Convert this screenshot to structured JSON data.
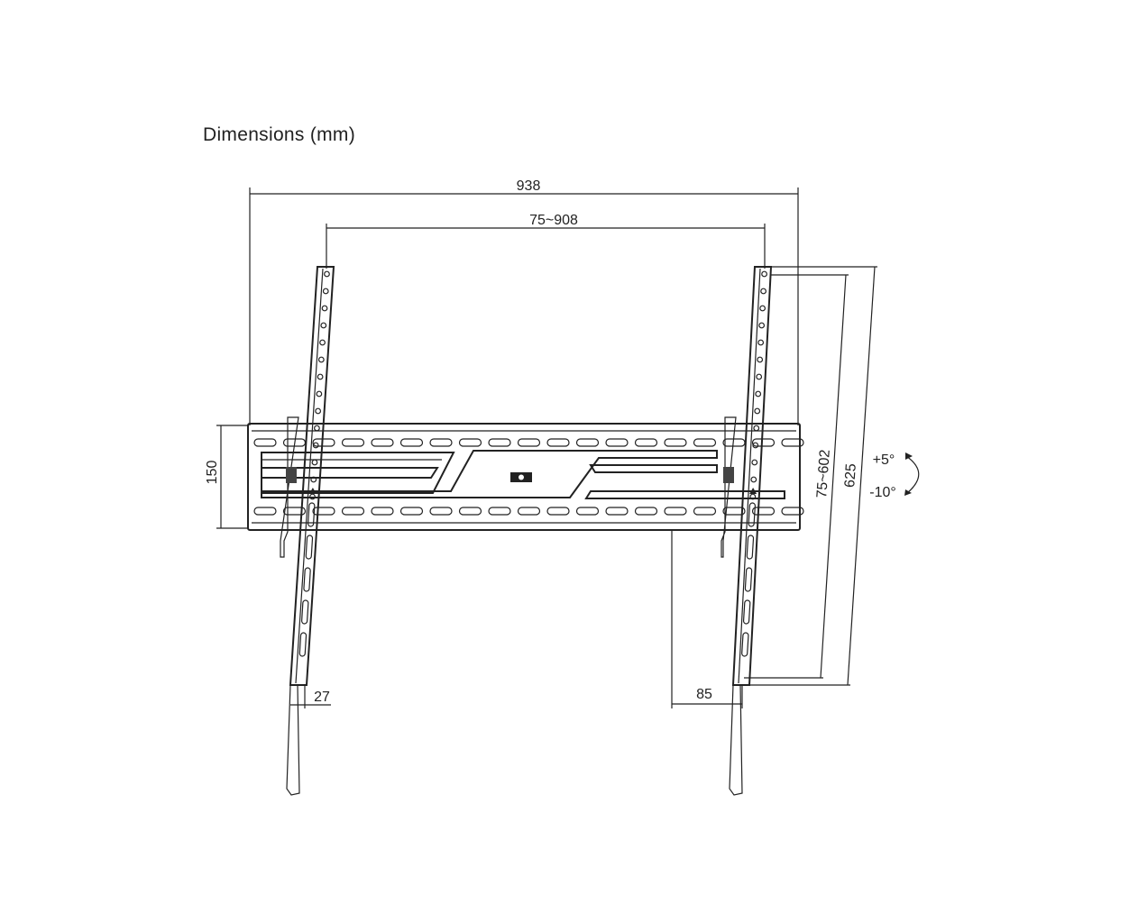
{
  "title": "Dimensions (mm)",
  "dimensions": {
    "overall_width": "938",
    "vesa_horizontal": "75~908",
    "plate_height": "150",
    "arm_depth": "27",
    "rail_offset": "85",
    "vesa_vertical": "75~602",
    "arm_length": "625"
  },
  "tilt": {
    "up": "+5°",
    "down": "-10°"
  }
}
